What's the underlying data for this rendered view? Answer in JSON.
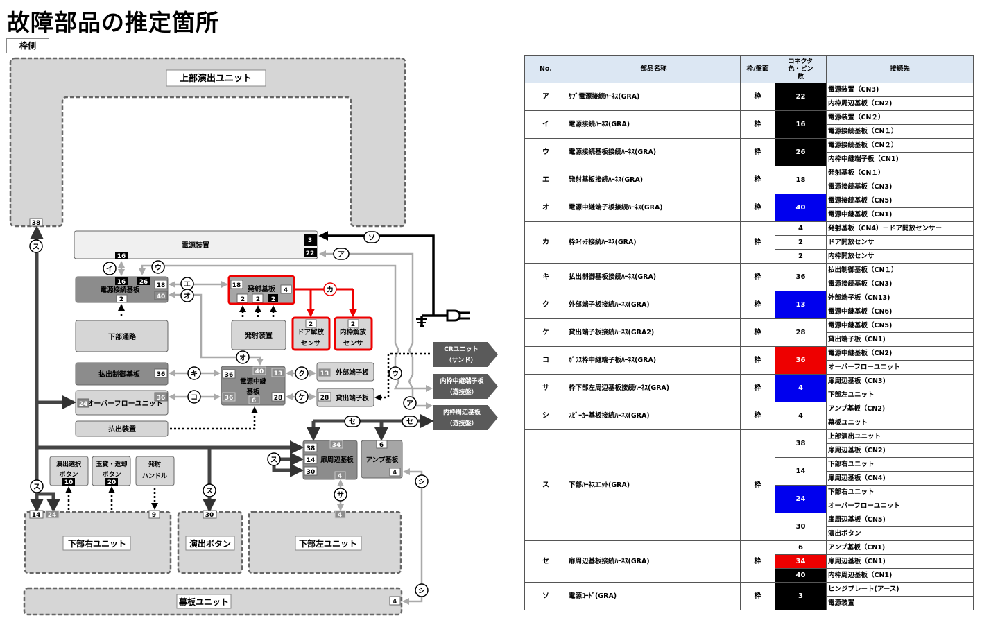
{
  "page": {
    "title": "故障部品の推定箇所",
    "side_label": "枠側"
  },
  "units": {
    "upper": "上部演出ユニット",
    "power": "電源装置",
    "power_conn": "電源接続基板",
    "lower_path": "下部通路",
    "payout_ctrl": "払出制御基板",
    "overflow": "オーバーフローユニット",
    "payout_dev": "払出装置",
    "launch_board": "発射基板",
    "launch_dev": "発射装置",
    "door_sensor": [
      "ドア解放",
      "センサ"
    ],
    "inner_sensor": [
      "内枠解放",
      "センサ"
    ],
    "relay_board": [
      "電源中継",
      "基板"
    ],
    "ext_term": "外部端子板",
    "rent_term": "貸出端子板",
    "cr_unit": [
      "CRユニット",
      "（サンド）"
    ],
    "inner_relay": [
      "内枠中継端子板",
      "（遊技盤）"
    ],
    "inner_periph": [
      "内枠周辺基板",
      "（遊技盤）"
    ],
    "door_periph": "扉周辺基板",
    "amp_board": "アンプ基板",
    "effect_select": [
      "演出選択",
      "ボタン"
    ],
    "ball_lend": [
      "玉貸・返却",
      "ボタン"
    ],
    "launch_handle": [
      "発射",
      "ハンドル"
    ],
    "lower_right": "下部右ユニット",
    "effect_button": "演出ボタン",
    "lower_left": "下部左ユニット",
    "curtain": "幕板ユニット"
  },
  "pins": {
    "upper_38": "38",
    "power_3": "3",
    "power_22": "22",
    "pc_16_top": "16",
    "pc_16": "16",
    "pc_26": "26",
    "pc_18": "18",
    "pc_40": "40",
    "pc_2": "2",
    "lb_18": "18",
    "lb_4": "4",
    "lb_2a": "2",
    "lb_2b": "2",
    "lb_2c": "2",
    "ds_2": "2",
    "is_2": "2",
    "payout_36": "36",
    "ov_24": "24",
    "ov_36": "36",
    "relay_40": "40",
    "relay_36a": "36",
    "relay_13": "13",
    "relay_36b": "36",
    "relay_28": "28",
    "relay_6": "6",
    "ext_13": "13",
    "rent_28": "28",
    "dp_38": "38",
    "dp_34": "34",
    "dp_14": "14",
    "dp_30": "30",
    "dp_4": "4",
    "amp_6": "6",
    "amp_4": "4",
    "es_10": "10",
    "bl_20": "20",
    "lr_14": "14",
    "lr_24": "24",
    "lr_9": "9",
    "eb_30": "30",
    "ll_4": "4",
    "cu_4": "4"
  },
  "wire_labels": {
    "a": "ア",
    "i": "イ",
    "u": "ウ",
    "e": "エ",
    "o": "オ",
    "ka": "カ",
    "ki": "キ",
    "ku": "ク",
    "ke": "ケ",
    "ko": "コ",
    "sa": "サ",
    "shi": "シ",
    "su": "ス",
    "se": "セ",
    "so": "ソ"
  },
  "table": {
    "headers": {
      "no": "No.",
      "name": "部品名称",
      "frame": "枠/盤面",
      "conn": "コネクタ色・ピン数",
      "dest": "接続先"
    },
    "colors": {
      "black": "#000000",
      "blue": "#0000ee",
      "red": "#ee0000",
      "header_bg": "#dce7f3"
    },
    "rows": [
      {
        "no": "ア",
        "name": "ｻﾌﾞ電源接続ﾊｰﾈｽ(GRA)",
        "frame": "枠",
        "pins": [
          {
            "v": "22",
            "c": "black",
            "span": 2
          }
        ],
        "dests": [
          "電源装置（CN3)",
          "内枠周辺基板（CN2)"
        ]
      },
      {
        "no": "イ",
        "name": "電源接続ﾊｰﾈｽ(GRA)",
        "frame": "枠",
        "pins": [
          {
            "v": "16",
            "c": "black",
            "span": 2
          }
        ],
        "dests": [
          "電源装置（CN２）",
          "電源接続基板（CN１）"
        ]
      },
      {
        "no": "ウ",
        "name": "電源接続基板接続ﾊｰﾈｽ(GRA)",
        "frame": "枠",
        "pins": [
          {
            "v": "26",
            "c": "black",
            "span": 2
          }
        ],
        "dests": [
          "電源接続基板（CN２）",
          "内枠中継端子板（CN1)"
        ]
      },
      {
        "no": "エ",
        "name": "発射基板接続ﾊｰﾈｽ(GRA)",
        "frame": "枠",
        "pins": [
          {
            "v": "18",
            "c": "white",
            "span": 2
          }
        ],
        "dests": [
          "発射基板（CN１）",
          "電源接続基板（CN3)"
        ]
      },
      {
        "no": "オ",
        "name": "電源中継端子板接続ﾊｰﾈｽ(GRA)",
        "frame": "枠",
        "pins": [
          {
            "v": "40",
            "c": "blue",
            "span": 2
          }
        ],
        "dests": [
          "電源接続基板（CN5)",
          "電源中継基板（CN1)"
        ]
      },
      {
        "no": "カ",
        "name": "枠ｽｲｯﾁ接続ﾊｰﾈｽ(GRA)",
        "frame": "枠",
        "pins": [
          {
            "v": "4",
            "c": "white",
            "span": 1
          },
          {
            "v": "2",
            "c": "white",
            "span": 1
          },
          {
            "v": "2",
            "c": "white",
            "span": 1
          }
        ],
        "dests": [
          "発射基板（CN4）－ドア開放センサー",
          "ドア開放センサ",
          "内枠開放センサ"
        ]
      },
      {
        "no": "キ",
        "name": "払出制御基板接続ﾊｰﾈｽ(GRA)",
        "frame": "枠",
        "pins": [
          {
            "v": "36",
            "c": "white",
            "span": 2
          }
        ],
        "dests": [
          "払出制御基板（CN１）",
          "電源接続基板（CN3)"
        ]
      },
      {
        "no": "ク",
        "name": "外部端子板接続ﾊｰﾈｽ(GRA)",
        "frame": "枠",
        "pins": [
          {
            "v": "13",
            "c": "blue",
            "span": 2
          }
        ],
        "dests": [
          "外部端子板（CN13)",
          "電源中継基板（CN6)"
        ]
      },
      {
        "no": "ケ",
        "name": "貸出端子板接続ﾊｰﾈｽ(GRA2)",
        "frame": "枠",
        "pins": [
          {
            "v": "28",
            "c": "white",
            "span": 2
          }
        ],
        "dests": [
          "電源中継基板（CN5)",
          "貸出端子板（CN1)"
        ]
      },
      {
        "no": "コ",
        "name": "ｶﾞﾗｽ枠中継端子板ﾊｰﾈｽ(GRA)",
        "frame": "枠",
        "pins": [
          {
            "v": "36",
            "c": "red",
            "span": 2
          }
        ],
        "dests": [
          "電源中継基板（CN2)",
          "オーバーフローユニット"
        ]
      },
      {
        "no": "サ",
        "name": "枠下部左周辺基板接続ﾊｰﾈｽ(GRA)",
        "frame": "枠",
        "pins": [
          {
            "v": "4",
            "c": "blue",
            "span": 2
          }
        ],
        "dests": [
          "扉周辺基板（CN3)",
          "下部左ユニット"
        ]
      },
      {
        "no": "シ",
        "name": "ｽﾋﾟｰｶｰ基板接続ﾊｰﾈｽ(GRA)",
        "frame": "枠",
        "pins": [
          {
            "v": "4",
            "c": "white",
            "span": 2
          }
        ],
        "dests": [
          "アンプ基板（CN2)",
          "幕板ユニット"
        ]
      },
      {
        "no": "ス",
        "name": "下部ﾊｰﾈｽﾕﾆｯﾄ(GRA)",
        "frame": "枠",
        "pins": [
          {
            "v": "38",
            "c": "white",
            "span": 2
          },
          {
            "v": "14",
            "c": "white",
            "span": 2
          },
          {
            "v": "24",
            "c": "blue",
            "span": 2
          },
          {
            "v": "30",
            "c": "white",
            "span": 2
          }
        ],
        "dests": [
          "上部演出ユニット",
          "扉周辺基板（CN2)",
          "下部右ユニット",
          "扉周辺基板（CN4)",
          "下部右ユニット",
          "オーバーフローユニット",
          "扉周辺基板（CN5)",
          "演出ボタン"
        ]
      },
      {
        "no": "セ",
        "name": "扉周辺基板接続ﾊｰﾈｽ(GRA)",
        "frame": "枠",
        "pins": [
          {
            "v": "6",
            "c": "white",
            "span": 1
          },
          {
            "v": "34",
            "c": "red",
            "span": 1
          },
          {
            "v": "40",
            "c": "black",
            "span": 1
          }
        ],
        "dests": [
          "アンプ基板（CN1)",
          "扉周辺基板（CN1)",
          "内枠周辺基板（CN1)"
        ]
      },
      {
        "no": "ソ",
        "name": "電源ｺｰﾄﾞ(GRA)",
        "frame": "枠",
        "pins": [
          {
            "v": "3",
            "c": "black",
            "span": 2
          }
        ],
        "dests": [
          "ヒンジプレート(アース)",
          "電源装置"
        ]
      }
    ]
  }
}
